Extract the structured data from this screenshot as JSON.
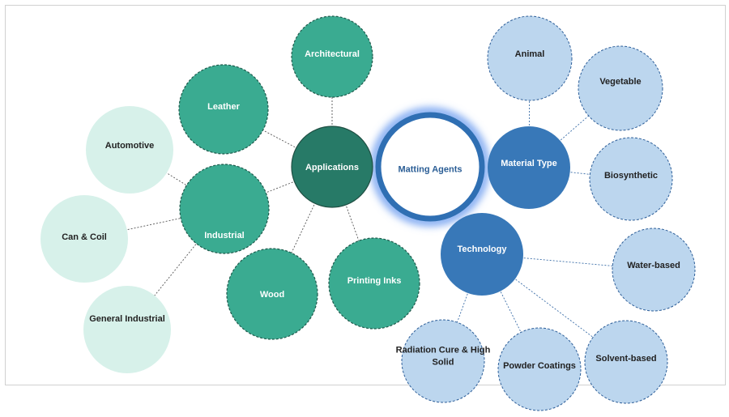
{
  "title": "Matting Agents",
  "colors": {
    "center_ring": "#2f6fb3",
    "app_hub": "#277a67",
    "app_child": "#3aab91",
    "industrial_leaf": "#d7f1ea",
    "tech_hub": "#3878b8",
    "tech_leaf": "#bcd6ee"
  },
  "branches": {
    "applications": {
      "label": "Applications",
      "children": {
        "architectural": "Architectural",
        "leather": "Leather",
        "industrial": "Industrial",
        "wood": "Wood",
        "printing_inks": "Printing Inks"
      },
      "industrial_children": {
        "automotive": "Automotive",
        "can_coil": "Can & Coil",
        "general_industrial": "General Industrial"
      }
    },
    "material_type": {
      "label": "Material Type",
      "children": {
        "animal": "Animal",
        "vegetable": "Vegetable",
        "biosynthetic": "Biosynthetic"
      }
    },
    "technology": {
      "label": "Technology",
      "children": {
        "water_based": "Water-based",
        "solvent_based": "Solvent-based",
        "powder_coatings": "Powder Coatings",
        "radiation_line1": "Radiation Cure & High",
        "radiation_line2": "Solid"
      }
    }
  }
}
